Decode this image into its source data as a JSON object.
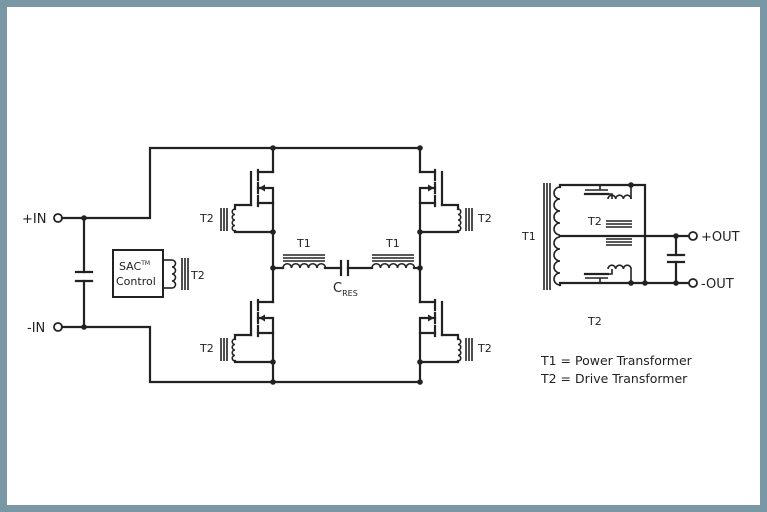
{
  "diagram": {
    "input": {
      "plus": "+IN",
      "minus": "-IN"
    },
    "controller": {
      "name": "SAC",
      "trademark": "TM",
      "line2": "Control"
    },
    "labels": {
      "t1": "T1",
      "t2": "T2",
      "cres_main": "C",
      "cres_sub": "RES"
    },
    "output": {
      "plus": "+OUT",
      "minus": "-OUT"
    },
    "legend": [
      "T1 = Power Transformer",
      "T2 = Drive Transformer"
    ]
  },
  "colors": {
    "frame": "#7a97a6",
    "background": "#ffffff",
    "ink": "#222222"
  }
}
